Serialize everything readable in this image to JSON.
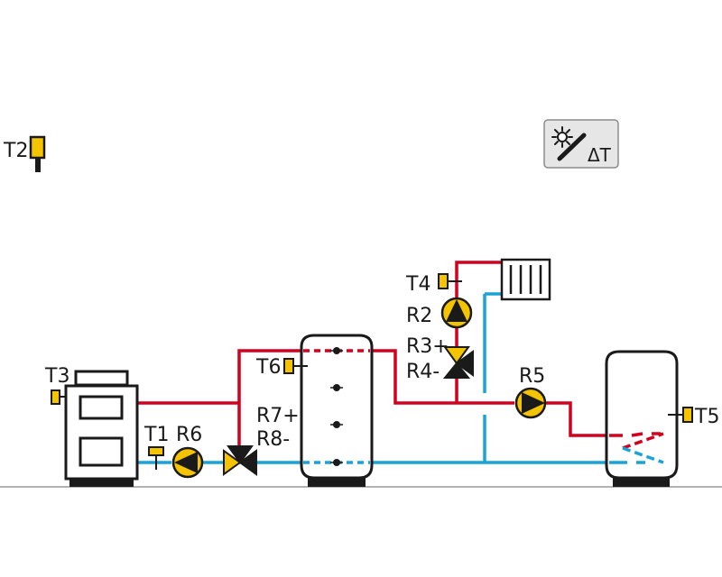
{
  "colors": {
    "hot": "#d2001e",
    "cold": "#1aa3d9",
    "sensor": "#f5c400",
    "pump": "#f5c400",
    "outline": "#1a1a1a",
    "ground": "#999999",
    "badge_bg": "#e6e6e6"
  },
  "labels": {
    "t1": "T1",
    "t2": "T2",
    "t3": "T3",
    "t4": "T4",
    "t5": "T5",
    "t6": "T6",
    "r2": "R2",
    "r3": "R3+",
    "r4": "R4-",
    "r5": "R5",
    "r6": "R6",
    "r7": "R7+",
    "r8": "R8-",
    "delta_t": "ΔT"
  },
  "icons": {
    "badge": "sun-delta-t-icon",
    "boiler": "solid-fuel-boiler-icon",
    "buffer_tank": "buffer-tank-icon",
    "dhw_tank": "hot-water-tank-icon",
    "radiator": "radiator-icon"
  }
}
